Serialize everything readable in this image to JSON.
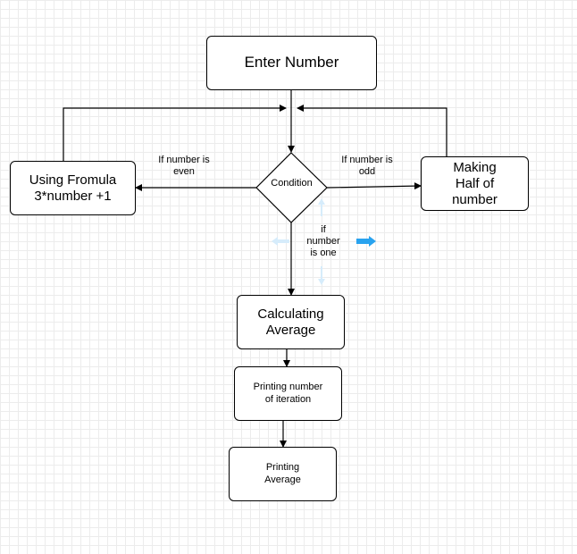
{
  "nodes": {
    "enter_number": "Enter Number",
    "using_formula": "Using Fromula\n3*number +1",
    "condition": "Condition",
    "making_half": "Making\nHalf of\nnumber",
    "calculating_average": "Calculating\nAverage",
    "printing_iterations": "Printing number\nof iteration",
    "printing_average": "Printing\nAverage"
  },
  "edge_labels": {
    "even": "If number is\neven",
    "odd": "If number is\nodd",
    "one": "if\nnumber\nis one"
  },
  "colors": {
    "stroke": "#000000",
    "grid": "#ececec",
    "ghost_handle": "#d6ecfb",
    "active_handle": "#29a3ef"
  }
}
